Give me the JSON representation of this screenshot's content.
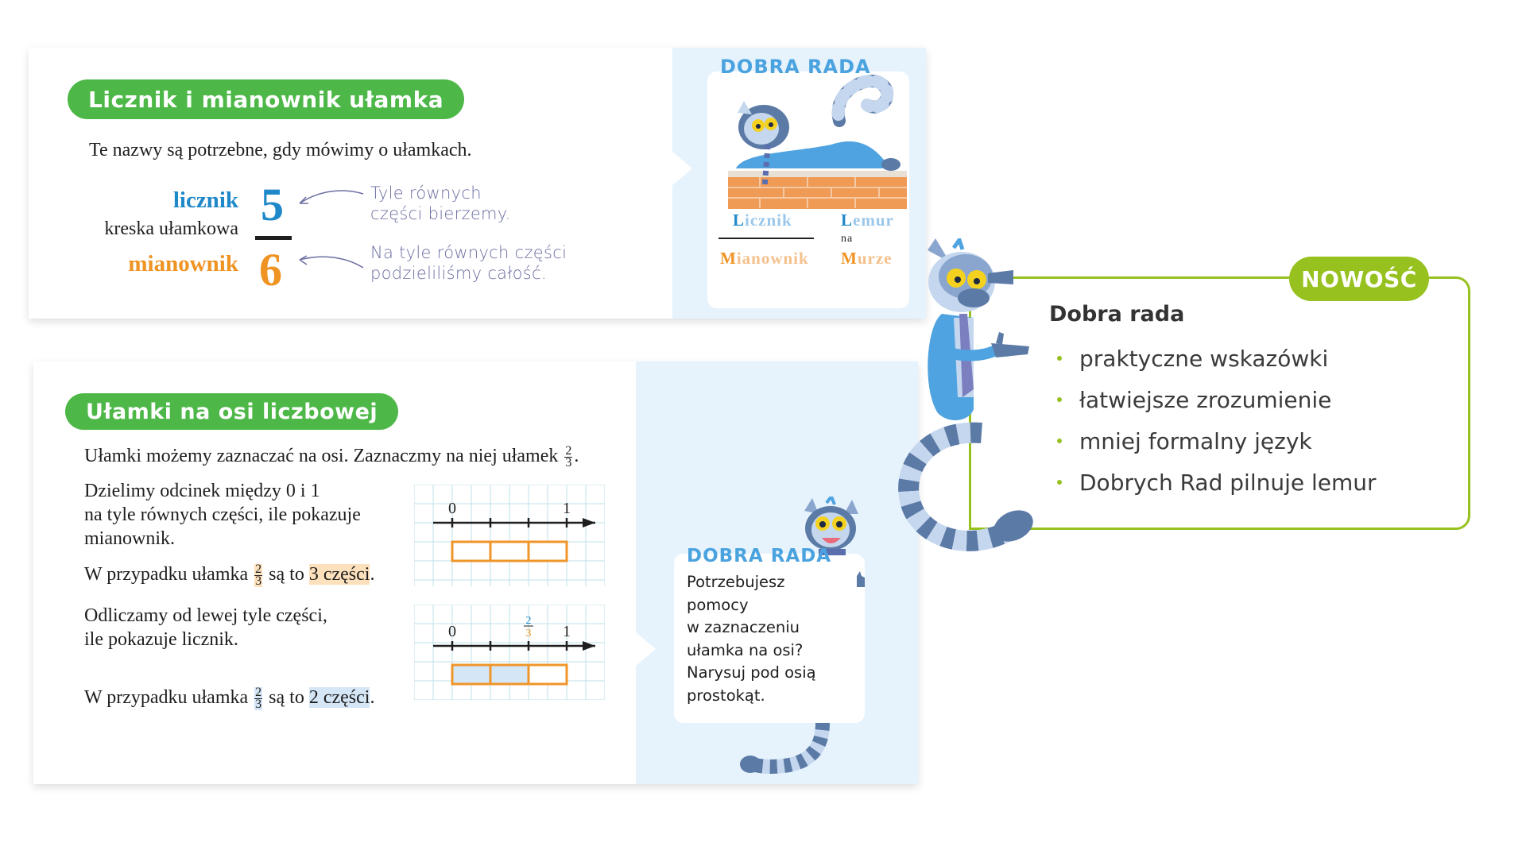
{
  "colors": {
    "green_pill": "#4db848",
    "lime_accent": "#96c11f",
    "numerator_blue": "#1f88c9",
    "denominator_orange": "#ef9322",
    "tip_panel_bg": "#e6f3fd",
    "tip_title_blue": "#4aa3df",
    "handwriting": "#6c6fa2"
  },
  "card1": {
    "title": "Licznik i mianownik ułamka",
    "intro": "Te nazwy są potrzebne, gdy mówimy o ułamkach.",
    "labels": {
      "numerator": "licznik",
      "fraction_bar": "kreska ułamkowa",
      "denominator": "mianownik"
    },
    "fraction": {
      "numerator": "5",
      "denominator": "6"
    },
    "notes": {
      "numerator_line1": "Tyle równych",
      "numerator_line2": "części bierzemy.",
      "denominator_line1": "Na tyle równych części",
      "denominator_line2": "podzieliliśmy całość."
    },
    "tip": {
      "title": "DOBRA RADA",
      "mnemonic": {
        "top_left_initial": "L",
        "top_left_rest": "icznik",
        "bottom_left_initial": "M",
        "bottom_left_rest": "ianownik",
        "top_right_initial": "L",
        "top_right_rest": "emur",
        "middle_right": "na",
        "bottom_right_initial": "M",
        "bottom_right_rest": "urze"
      }
    }
  },
  "card2": {
    "title": "Ułamki na osi liczbowej",
    "intro": "Ułamki możemy zaznaczać na osi. Zaznaczmy na niej ułamek",
    "intro_fraction": {
      "n": "2",
      "d": "3"
    },
    "step1": {
      "line1": "Dzielimy odcinek między 0 i 1",
      "line2": "na tyle równych części, ile pokazuje",
      "line3": "mianownik.",
      "example_prefix": "W przypadku ułamka",
      "example_mid": "są to",
      "example_highlight": "3 części",
      "fraction": {
        "n": "2",
        "d": "3"
      }
    },
    "step2": {
      "line1": "Odliczamy od lewej tyle części,",
      "line2": "ile pokazuje licznik.",
      "example_prefix": "W przypadku ułamka",
      "example_mid": "są to",
      "example_highlight": "2 części",
      "fraction": {
        "n": "2",
        "d": "3"
      }
    },
    "number_line_1": {
      "start_label": "0",
      "end_label": "1",
      "parts": 3,
      "shaded_parts": 0
    },
    "number_line_2": {
      "start_label": "0",
      "end_label": "1",
      "parts": 3,
      "shaded_parts": 2,
      "marker": {
        "n": "2",
        "d": "3"
      }
    },
    "tip": {
      "title": "DOBRA RADA",
      "lines": [
        "Potrzebujesz",
        "pomocy",
        "w zaznaczeniu",
        "ułamka na osi?",
        "Narysuj pod osią",
        "prostokąt."
      ]
    }
  },
  "feature": {
    "badge": "NOWOŚĆ",
    "title": "Dobra rada",
    "items": [
      "praktyczne wskazówki",
      "łatwiejsze zrozumienie",
      "mniej formalny język",
      "Dobrych Rad  pilnuje lemur"
    ]
  }
}
